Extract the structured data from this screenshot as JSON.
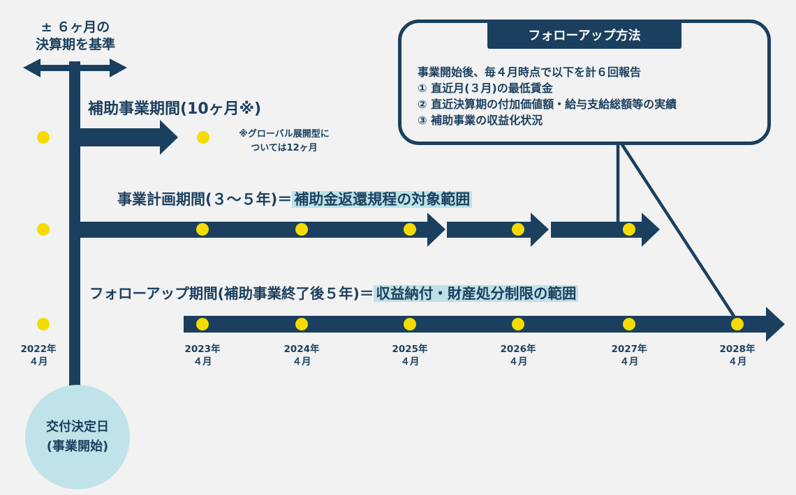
{
  "top_note": {
    "line1": "± ６ヶ月の",
    "line2": "決算期を基準"
  },
  "subsidy_period": {
    "label": "補助事業期間(10ヶ月※)",
    "footnote_line1": "※グローバル展開型に",
    "footnote_line2": "ついては12ヶ月"
  },
  "plan_period": {
    "label": "事業計画期間(３～５年)＝",
    "highlight": "補助金返還規程の対象範囲"
  },
  "followup_period": {
    "label": "フォローアップ期間(補助事業終了後５年)＝",
    "highlight": "収益納付・財産処分制限の範囲"
  },
  "followup_box": {
    "title": "フォローアップ方法",
    "lines": [
      "事業開始後、毎４月時点で以下を計６回報告",
      "① 直近月(３月)の最低賃金",
      "② 直近決算期の付加価値額・給与支給総額等の実績",
      "③ 補助事業の収益化状況"
    ]
  },
  "years": [
    {
      "year": "2022年",
      "month": "４月"
    },
    {
      "year": "2023年",
      "month": "４月"
    },
    {
      "year": "2024年",
      "month": "４月"
    },
    {
      "year": "2025年",
      "month": "４月"
    },
    {
      "year": "2026年",
      "month": "４月"
    },
    {
      "year": "2027年",
      "month": "４月"
    },
    {
      "year": "2028年",
      "month": "４月"
    }
  ],
  "start_circle": {
    "line1": "交付決定日",
    "line2": "(事業開始)"
  },
  "colors": {
    "navy": "#1b3f5e",
    "dot": "#f5dc00",
    "highlight": "#bfe0e6",
    "circle": "#bfe3e8"
  }
}
